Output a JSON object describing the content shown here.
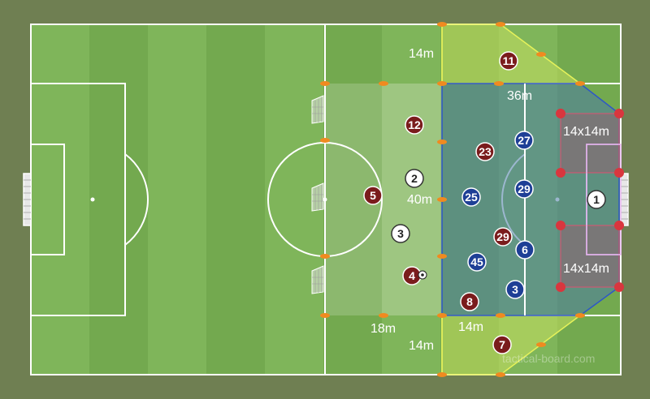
{
  "labels": {
    "width_top": "14m",
    "width_bottom": "14m",
    "corridor_14m": "14m",
    "zone_36m": "36m",
    "zone_40m": "40m",
    "zone_18m": "18m",
    "box_upper": "14x14m",
    "box_lower": "14x14m"
  },
  "watermark": "tactical-board.com",
  "colors": {
    "pitch_light": "#7fb55a",
    "pitch_dark": "#72a84e",
    "dark_red_team": "#7a1c1c",
    "blue_team": "#1e3f96",
    "white_player": "#ffffff",
    "cone": "#f08a20",
    "red_marker": "#d9363e"
  },
  "players": {
    "red": [
      "11",
      "12",
      "23",
      "5",
      "29",
      "4",
      "8",
      "7"
    ],
    "blue": [
      "27",
      "29",
      "25",
      "6",
      "45",
      "3"
    ],
    "white": [
      "2",
      "3",
      "1"
    ]
  }
}
